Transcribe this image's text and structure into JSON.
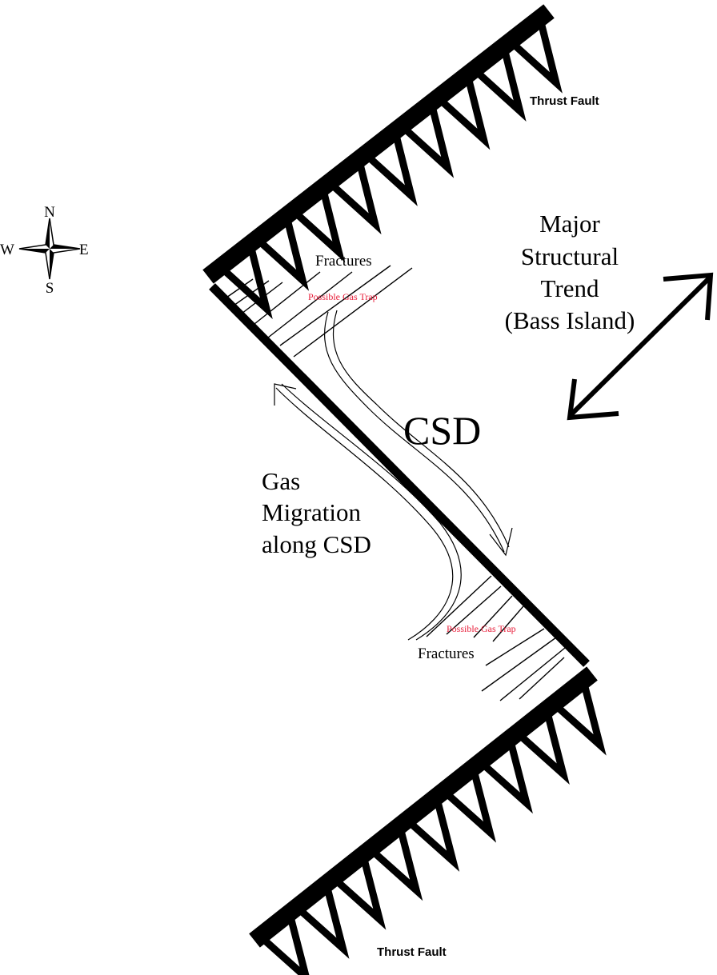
{
  "labels": {
    "thrust_fault_top": "Thrust Fault",
    "thrust_fault_bottom": "Thrust Fault",
    "fractures_top": "Fractures",
    "fractures_bottom": "Fractures",
    "gas_trap_top": "Possible Gas Trap",
    "gas_trap_bottom": "Possible Gas Trap",
    "csd": "CSD",
    "gas_migration": [
      "Gas",
      "Migration",
      "along CSD"
    ],
    "structural_trend": [
      "Major",
      "Structural",
      "Trend",
      "(Bass Island)"
    ]
  },
  "compass": {
    "n": "N",
    "s": "S",
    "e": "E",
    "w": "W"
  },
  "colors": {
    "line": "#000000",
    "gas_trap": "#e8203c"
  }
}
